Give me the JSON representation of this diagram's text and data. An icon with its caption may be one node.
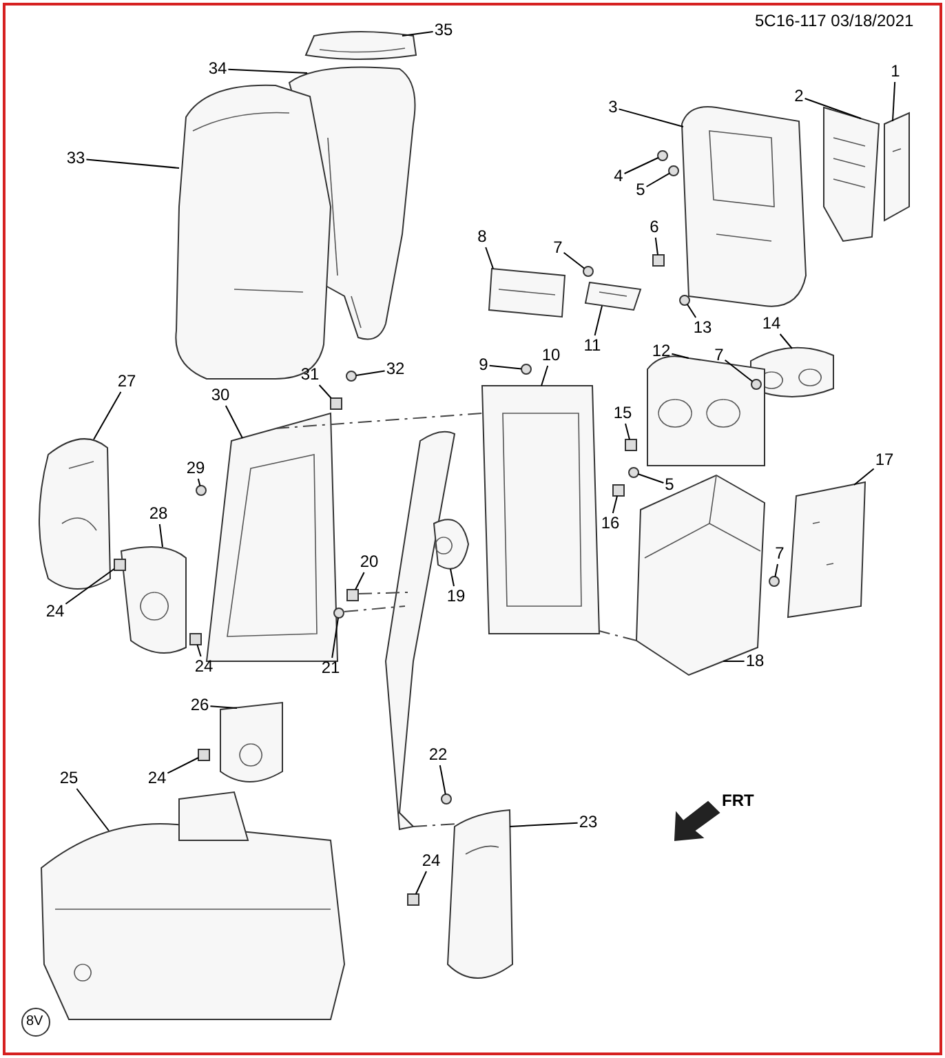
{
  "diagram": {
    "nodes": [
      {
        "text": [
          "35"
        ]
      },
      {
        "text": [
          "34"
        ]
      },
      {
        "text": [
          "33"
        ]
      },
      {
        "text": [
          "3"
        ]
      },
      {
        "text": [
          "2"
        ]
      },
      {
        "text": [
          "1"
        ]
      },
      {
        "text": [
          "4"
        ]
      },
      {
        "text": [
          "5"
        ]
      },
      {
        "text": [
          "7"
        ]
      },
      {
        "text": [
          "6"
        ]
      },
      {
        "text": [
          "8"
        ]
      },
      {
        "text": [
          "13"
        ]
      },
      {
        "text": [
          "11"
        ]
      },
      {
        "text": [
          "14"
        ]
      },
      {
        "text": [
          "9"
        ]
      },
      {
        "text": [
          "10"
        ]
      },
      {
        "text": [
          "12"
        ]
      },
      {
        "text": [
          "7"
        ]
      },
      {
        "text": [
          "31"
        ]
      },
      {
        "text": [
          "32"
        ]
      },
      {
        "text": [
          "27"
        ]
      },
      {
        "text": [
          "30"
        ]
      },
      {
        "text": [
          "15"
        ]
      },
      {
        "text": [
          "29"
        ]
      },
      {
        "text": [
          "5"
        ]
      },
      {
        "text": [
          "16"
        ]
      },
      {
        "text": [
          "17"
        ]
      },
      {
        "text": [
          "28"
        ]
      },
      {
        "text": [
          "20"
        ]
      },
      {
        "text": [
          "19"
        ]
      },
      {
        "text": [
          "7"
        ]
      },
      {
        "text": [
          "24"
        ]
      },
      {
        "text": [
          "24"
        ]
      },
      {
        "text": [
          "21"
        ]
      },
      {
        "text": [
          "18"
        ]
      },
      {
        "text": [
          "26"
        ]
      },
      {
        "text": [
          "22"
        ]
      },
      {
        "text": [
          "24"
        ]
      },
      {
        "text": [
          "25"
        ]
      },
      {
        "text": [
          "23"
        ]
      },
      {
        "text": [
          "24"
        ]
      },
      {
        "text": [],
        "shape": "picture"
      },
      {
        "text": [],
        "shape": "picture"
      },
      {
        "text": [],
        "shape": "picture"
      },
      {
        "text": [],
        "shape": "picture"
      },
      {
        "text": [],
        "shape": "picture"
      },
      {
        "text": [],
        "shape": "picture"
      },
      {
        "text": [],
        "shape": "circle"
      },
      {
        "text": [],
        "shape": "circle"
      },
      {
        "text": [],
        "shape": "circle"
      },
      {
        "text": [],
        "shape": "box"
      },
      {
        "text": [],
        "shape": "picture"
      },
      {
        "text": [],
        "shape": "circle"
      },
      {
        "text": [],
        "shape": "picture"
      },
      {
        "text": [],
        "shape": "picture"
      },
      {
        "text": [],
        "shape": "circle"
      },
      {
        "text": [],
        "shape": "picture"
      },
      {
        "text": [],
        "shape": "picture"
      },
      {
        "text": [],
        "shape": "circle"
      },
      {
        "text": [],
        "shape": "box"
      },
      {
        "text": [],
        "shape": "circle"
      },
      {
        "text": [],
        "shape": "picture"
      },
      {
        "text": [],
        "shape": "picture"
      },
      {
        "text": [],
        "shape": "box"
      },
      {
        "text": [],
        "shape": "circle"
      },
      {
        "text": [],
        "shape": "circle"
      },
      {
        "text": [],
        "shape": "box"
      },
      {
        "text": [],
        "shape": "picture"
      },
      {
        "text": [],
        "shape": "picture"
      },
      {
        "text": [],
        "shape": "box"
      },
      {
        "text": [],
        "shape": "picture"
      },
      {
        "text": [],
        "shape": "circle"
      },
      {
        "text": [],
        "shape": "box"
      },
      {
        "text": [],
        "shape": "box"
      },
      {
        "text": [],
        "shape": "circle"
      },
      {
        "text": [],
        "shape": "picture"
      },
      {
        "text": [],
        "shape": "picture"
      },
      {
        "text": [],
        "shape": "circle"
      },
      {
        "text": [],
        "shape": "box"
      },
      {
        "text": [],
        "shape": "picture"
      },
      {
        "text": [],
        "shape": "picture"
      },
      {
        "text": [],
        "shape": "box"
      }
    ],
    "edges": [
      {
        "from": 0,
        "to": 41,
        "arrow": "none"
      },
      {
        "from": 1,
        "to": 42,
        "arrow": "none"
      },
      {
        "from": 2,
        "to": 43,
        "arrow": "none"
      },
      {
        "from": 3,
        "to": 44,
        "arrow": "none"
      },
      {
        "from": 4,
        "to": 45,
        "arrow": "none"
      },
      {
        "from": 5,
        "to": 46,
        "arrow": "none"
      },
      {
        "from": 6,
        "to": 47,
        "arrow": "none"
      },
      {
        "from": 7,
        "to": 48,
        "arrow": "none"
      },
      {
        "from": 8,
        "to": 49,
        "arrow": "none"
      },
      {
        "from": 9,
        "to": 50,
        "arrow": "none"
      },
      {
        "from": 10,
        "to": 51,
        "arrow": "none"
      },
      {
        "from": 11,
        "to": 52,
        "arrow": "none"
      },
      {
        "from": 12,
        "to": 53,
        "arrow": "none"
      },
      {
        "from": 13,
        "to": 54,
        "arrow": "none"
      },
      {
        "from": 14,
        "to": 55,
        "arrow": "none"
      },
      {
        "from": 15,
        "to": 56,
        "arrow": "none"
      },
      {
        "from": 16,
        "to": 57,
        "arrow": "none"
      },
      {
        "from": 17,
        "to": 58,
        "arrow": "none"
      },
      {
        "from": 18,
        "to": 59,
        "arrow": "none"
      },
      {
        "from": 19,
        "to": 60,
        "arrow": "none"
      },
      {
        "from": 20,
        "to": 61,
        "arrow": "none"
      },
      {
        "from": 21,
        "to": 62,
        "arrow": "none"
      },
      {
        "from": 22,
        "to": 63,
        "arrow": "none"
      },
      {
        "from": 23,
        "to": 64,
        "arrow": "none"
      },
      {
        "from": 24,
        "to": 65,
        "arrow": "none"
      },
      {
        "from": 25,
        "to": 66,
        "arrow": "none"
      },
      {
        "from": 26,
        "to": 67,
        "arrow": "none"
      },
      {
        "from": 27,
        "to": 68,
        "arrow": "none"
      },
      {
        "from": 28,
        "to": 69,
        "arrow": "none"
      },
      {
        "from": 29,
        "to": 70,
        "arrow": "none"
      },
      {
        "from": 30,
        "to": 71,
        "arrow": "none"
      },
      {
        "from": 31,
        "to": 72,
        "arrow": "none"
      },
      {
        "from": 32,
        "to": 73,
        "arrow": "none"
      },
      {
        "from": 33,
        "to": 74,
        "arrow": "none"
      },
      {
        "from": 34,
        "to": 75,
        "arrow": "none"
      },
      {
        "from": 35,
        "to": 76,
        "arrow": "none"
      },
      {
        "from": 36,
        "to": 77,
        "arrow": "none"
      },
      {
        "from": 37,
        "to": 78,
        "arrow": "none"
      },
      {
        "from": 38,
        "to": 79,
        "arrow": "none"
      },
      {
        "from": 39,
        "to": 80,
        "arrow": "none"
      },
      {
        "from": 40,
        "to": 81,
        "arrow": "none"
      },
      {
        "from": 62,
        "to": 56,
        "arrow": "none",
        "style": "dashed"
      },
      {
        "from": 69,
        "to": 70,
        "arrow": "none",
        "style": "dashed"
      },
      {
        "from": 74,
        "to": 70,
        "arrow": "none",
        "style": "dashed"
      },
      {
        "from": 70,
        "to": 80,
        "arrow": "none",
        "style": "dashed"
      },
      {
        "from": 75,
        "to": 56,
        "arrow": "none",
        "style": "dashed"
      }
    ],
    "labels": [
      "5C16-117 03/18/2021",
      "FRT",
      "8V"
    ]
  }
}
